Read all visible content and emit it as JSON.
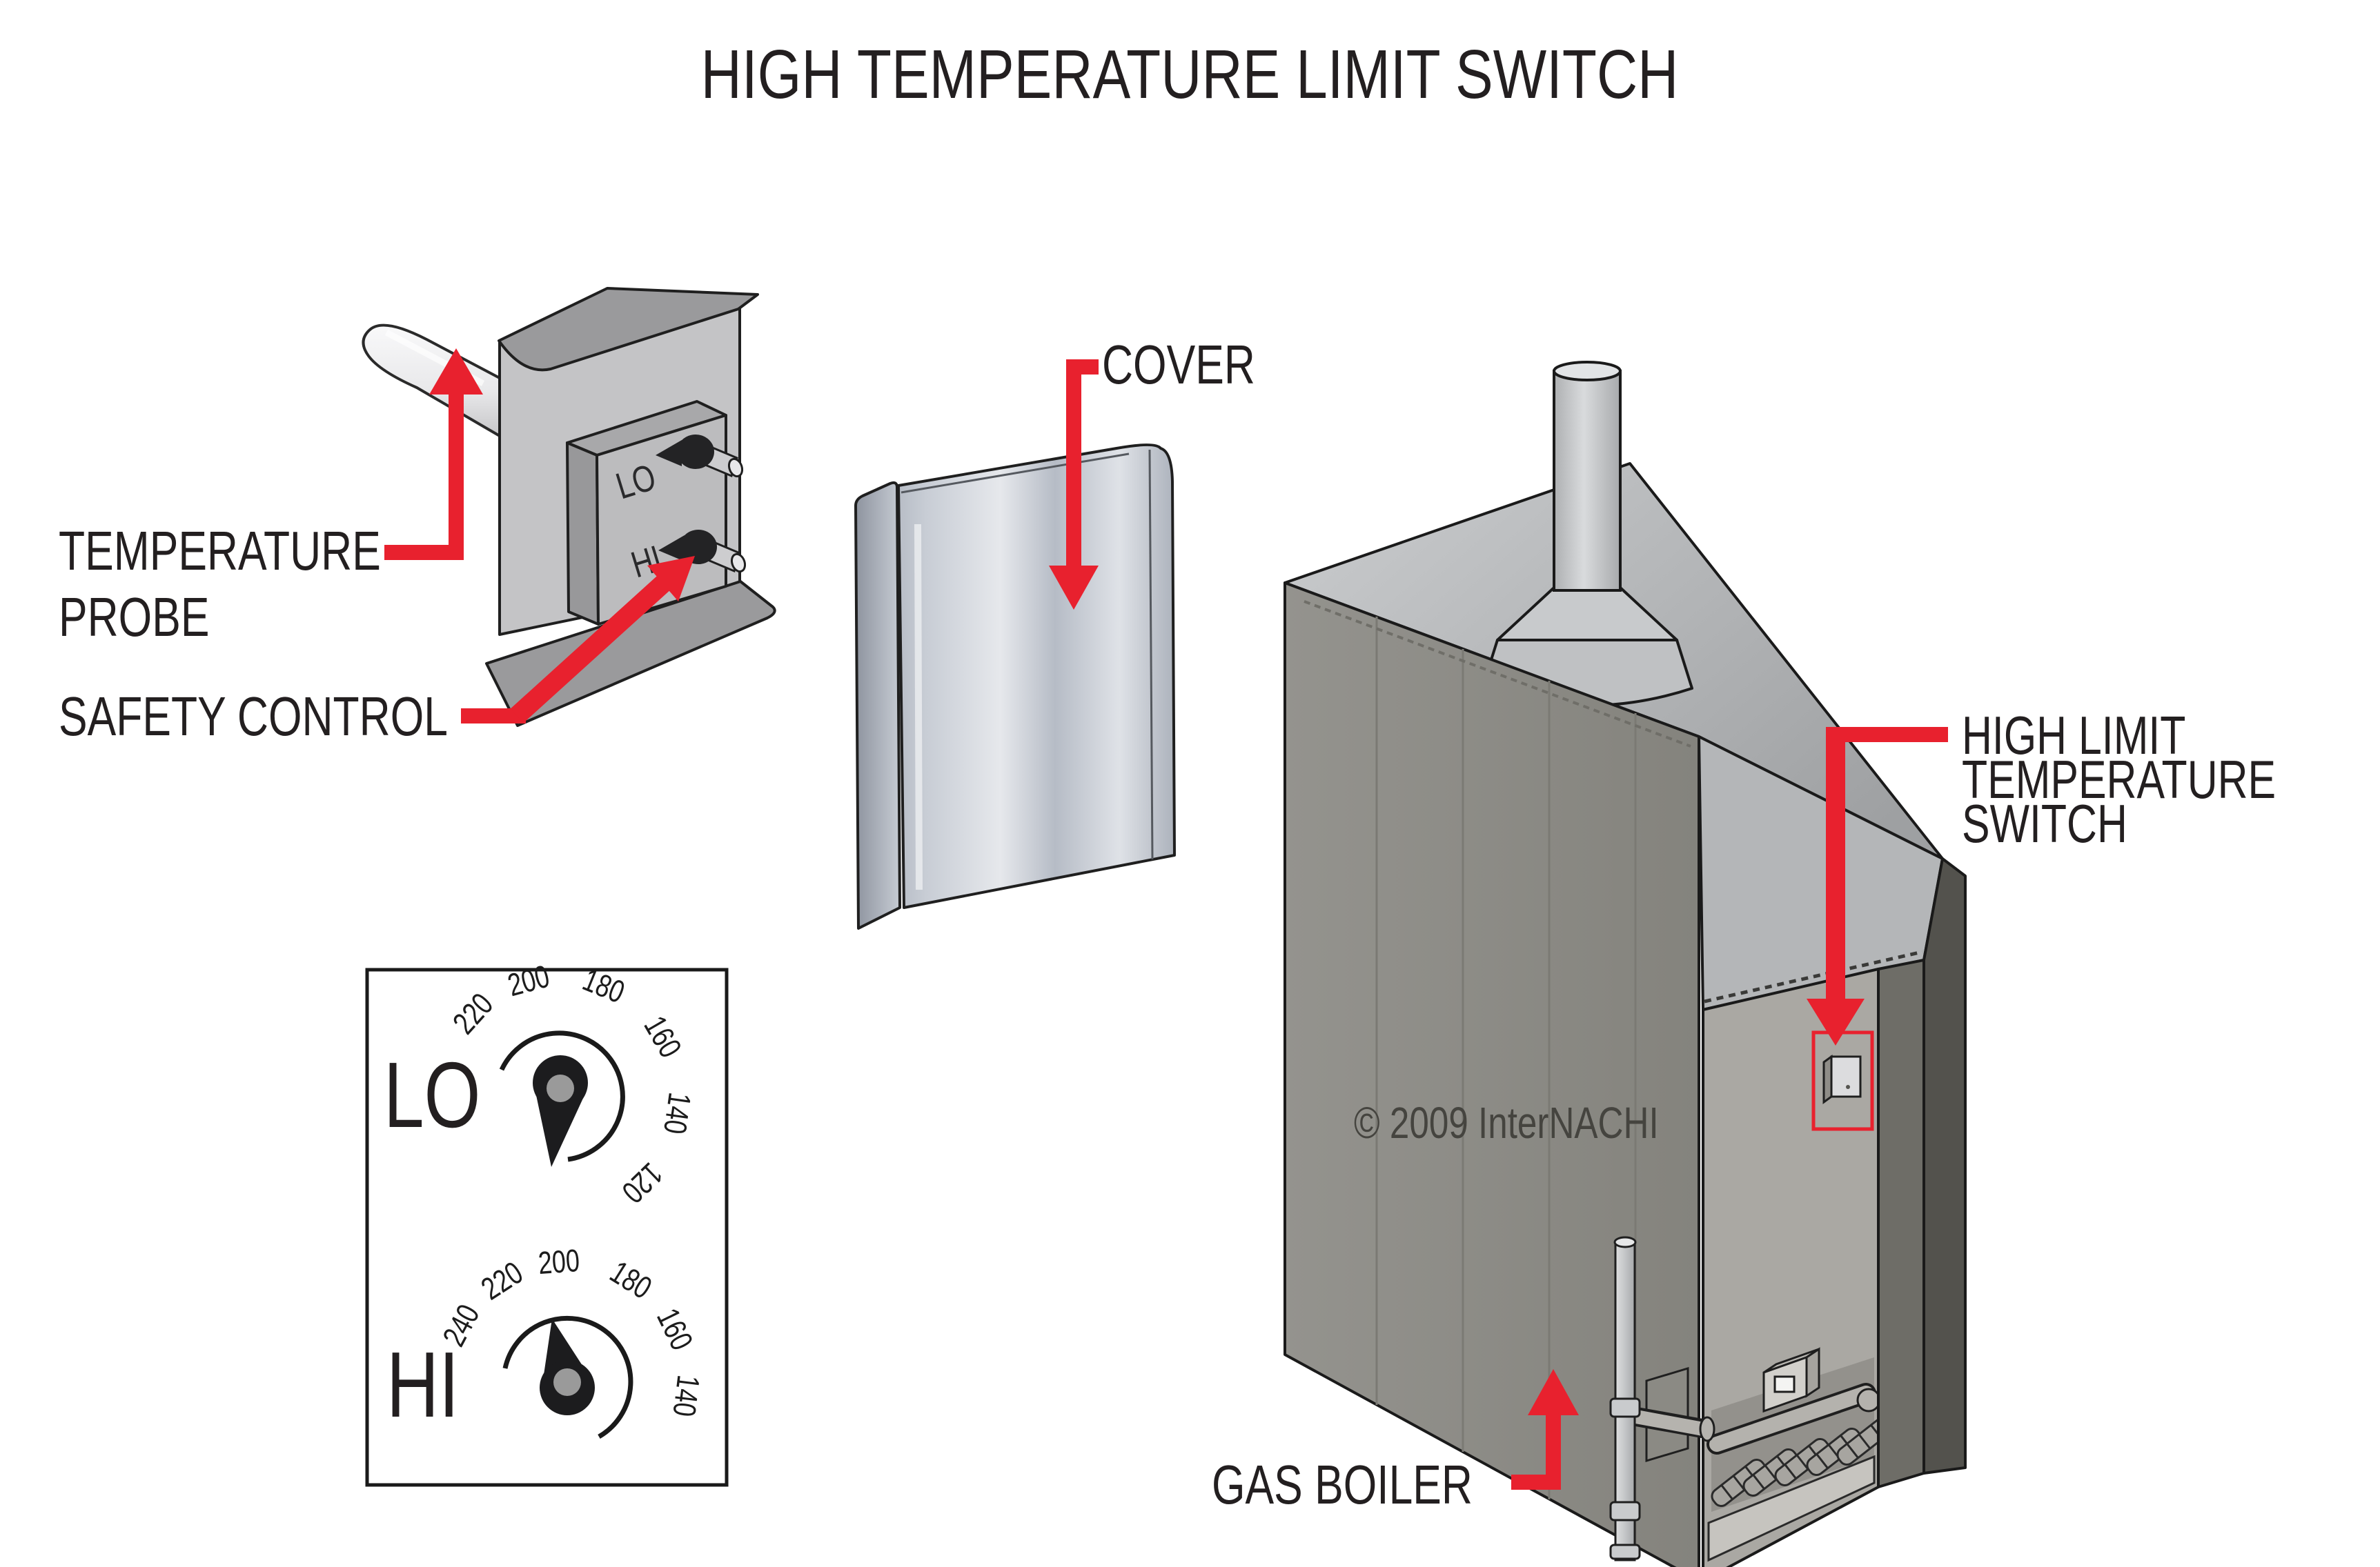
{
  "title": "HIGH TEMPERATURE LIMIT SWITCH",
  "labels": {
    "temperature_probe": [
      "TEMPERATURE",
      "PROBE"
    ],
    "safety_control": "SAFETY CONTROL",
    "cover": "COVER",
    "high_limit_switch": [
      "HIGH LIMIT",
      "TEMPERATURE",
      "SWITCH"
    ],
    "gas_boiler": "GAS BOILER"
  },
  "control_box": {
    "lo": "LO",
    "hi": "HI"
  },
  "dials": {
    "lo": {
      "name": "LO",
      "ticks": [
        "220",
        "200",
        "180",
        "160",
        "140",
        "120"
      ]
    },
    "hi": {
      "name": "HI",
      "ticks": [
        "240",
        "220",
        "200",
        "180",
        "160",
        "140"
      ]
    }
  },
  "copyright": "© 2009  InterNACHI",
  "colors": {
    "arrow_red": "#e8212e",
    "text_black": "#231f20",
    "boiler_side": "#8f8e88",
    "boiler_top": "#b9bbbd",
    "boiler_front_panel": "#aaa8a3",
    "cover_metal": "#c8cdd5",
    "bracket_gray": "#c4c4c6",
    "flange_gray": "#9a9a9c"
  }
}
